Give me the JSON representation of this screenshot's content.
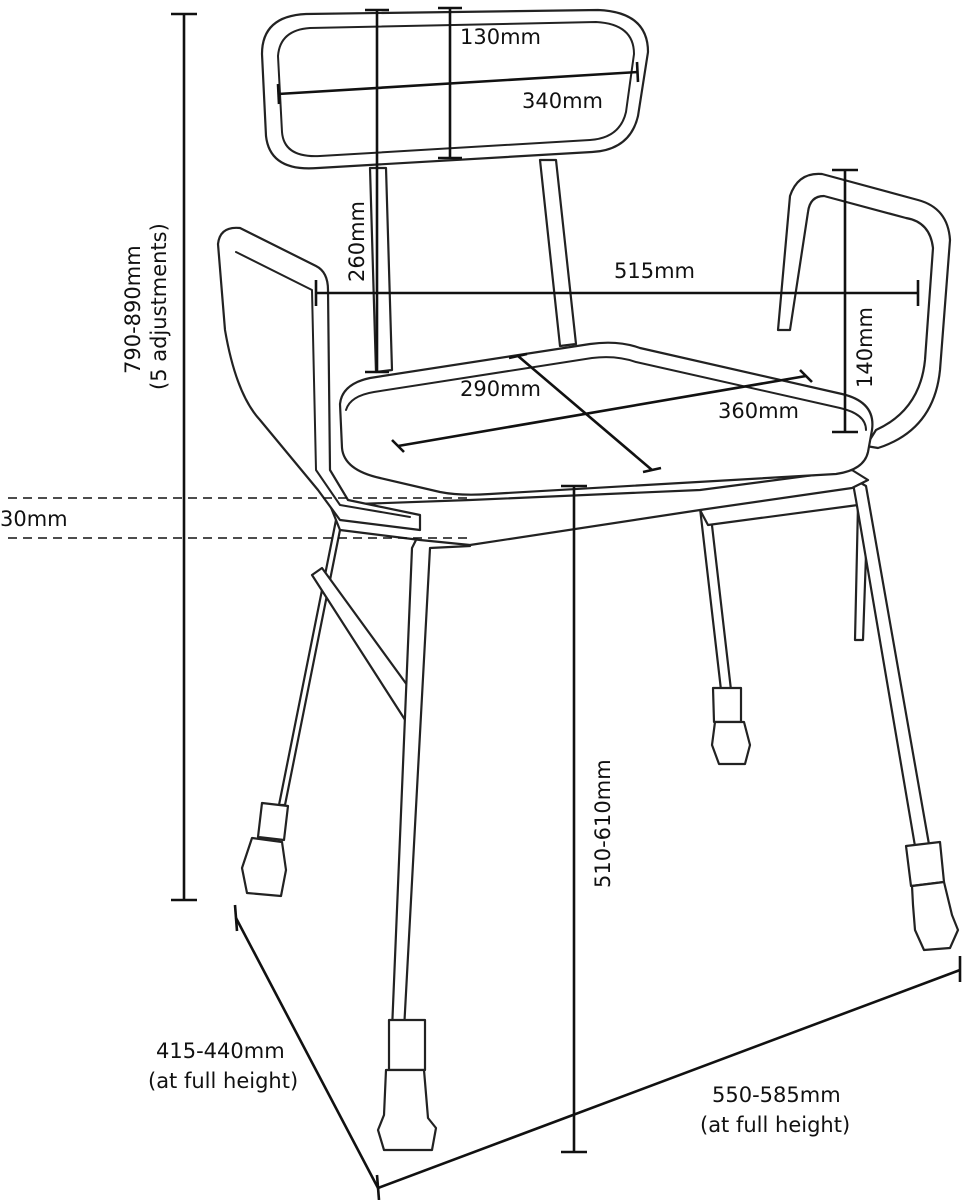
{
  "labels": {
    "backrest_height": "130mm",
    "backrest_width": "340mm",
    "backrest_post": "260mm",
    "overall_width": "515mm",
    "armrest_height": "140mm",
    "seat_depth": "290mm",
    "seat_width": "360mm",
    "overall_height_line1": "790-890mm",
    "overall_height_line2": "(5 adjustments)",
    "seat_thickness": "30mm",
    "seat_height": "510-610mm",
    "depth_line1": "415-440mm",
    "depth_line2": "(at full height)",
    "width_line1": "550-585mm",
    "width_line2": "(at full height)"
  }
}
